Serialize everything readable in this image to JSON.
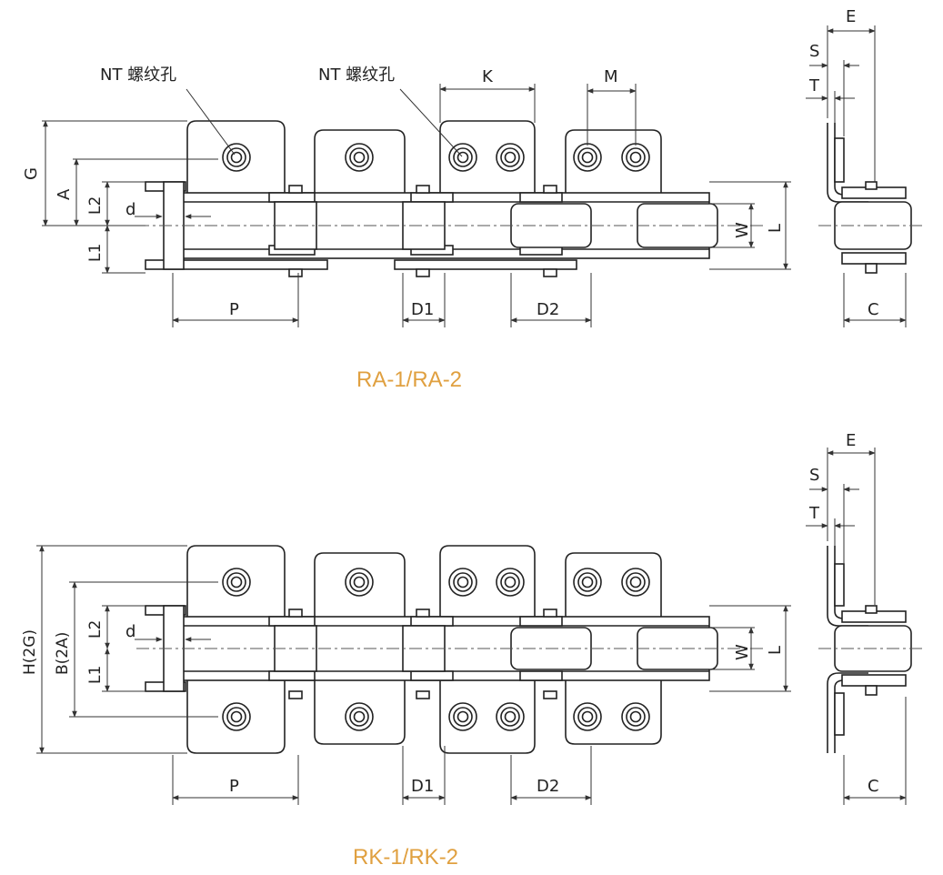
{
  "labels": {
    "nt_hole_1": "NT 螺纹孔",
    "nt_hole_2": "NT 螺纹孔",
    "K": "K",
    "M": "M",
    "E": "E",
    "S": "S",
    "T": "T",
    "G": "G",
    "A": "A",
    "L2": "L2",
    "L1": "L1",
    "d": "d",
    "W": "W",
    "L": "L",
    "P": "P",
    "D1": "D1",
    "D2": "D2",
    "C": "C",
    "H2G": "H(2G)",
    "B2A": "B(2A)"
  },
  "captions": {
    "top": "RA-1/RA-2",
    "bottom": "RK-1/RK-2"
  },
  "colors": {
    "caption": "#e0a040",
    "line": "#222222"
  }
}
